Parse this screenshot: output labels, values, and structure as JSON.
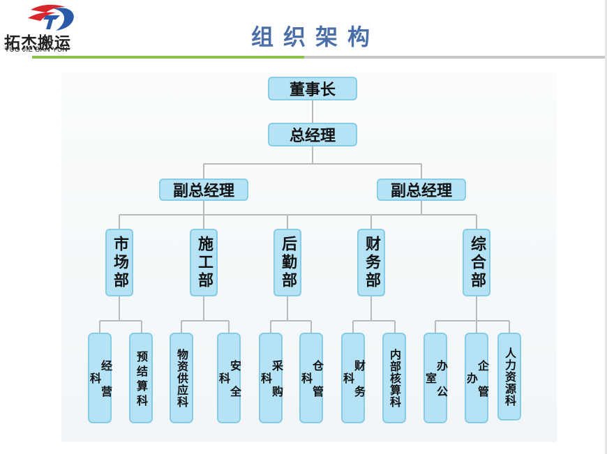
{
  "header": {
    "logo_cn": "拓杰搬运",
    "logo_en": "TUO JIE BAN YUN",
    "title": "组织架构"
  },
  "colors": {
    "title": "#4a6fa8",
    "node_fill": "#b5e3f5",
    "node_border": "#88cbe6",
    "connector": "#b9b9b9",
    "accent_green": "#8bc34a",
    "logo_red": "#d9262c",
    "logo_blue": "#2a5aa8"
  },
  "icons": {
    "logo": "tuojie-logo-icon"
  },
  "org": {
    "chairman": "董事长",
    "general_manager": "总经理",
    "deputy_left": "副总经理",
    "deputy_right": "副总经理",
    "departments": {
      "market": "市场部",
      "construction": "施工部",
      "logistics": "后勤部",
      "finance": "财务部",
      "general": "综合部"
    },
    "sections": {
      "operations": "经营科",
      "budget": "预结算科",
      "supplies": "物资供应科",
      "safety": "安全科",
      "purchasing": "采购科",
      "warehouse": "仓管科",
      "finance": "财务科",
      "internal_accounting": "内部核算科",
      "office": "办公室",
      "enterprise_office": "企管办",
      "hr": "人力资源科"
    }
  }
}
